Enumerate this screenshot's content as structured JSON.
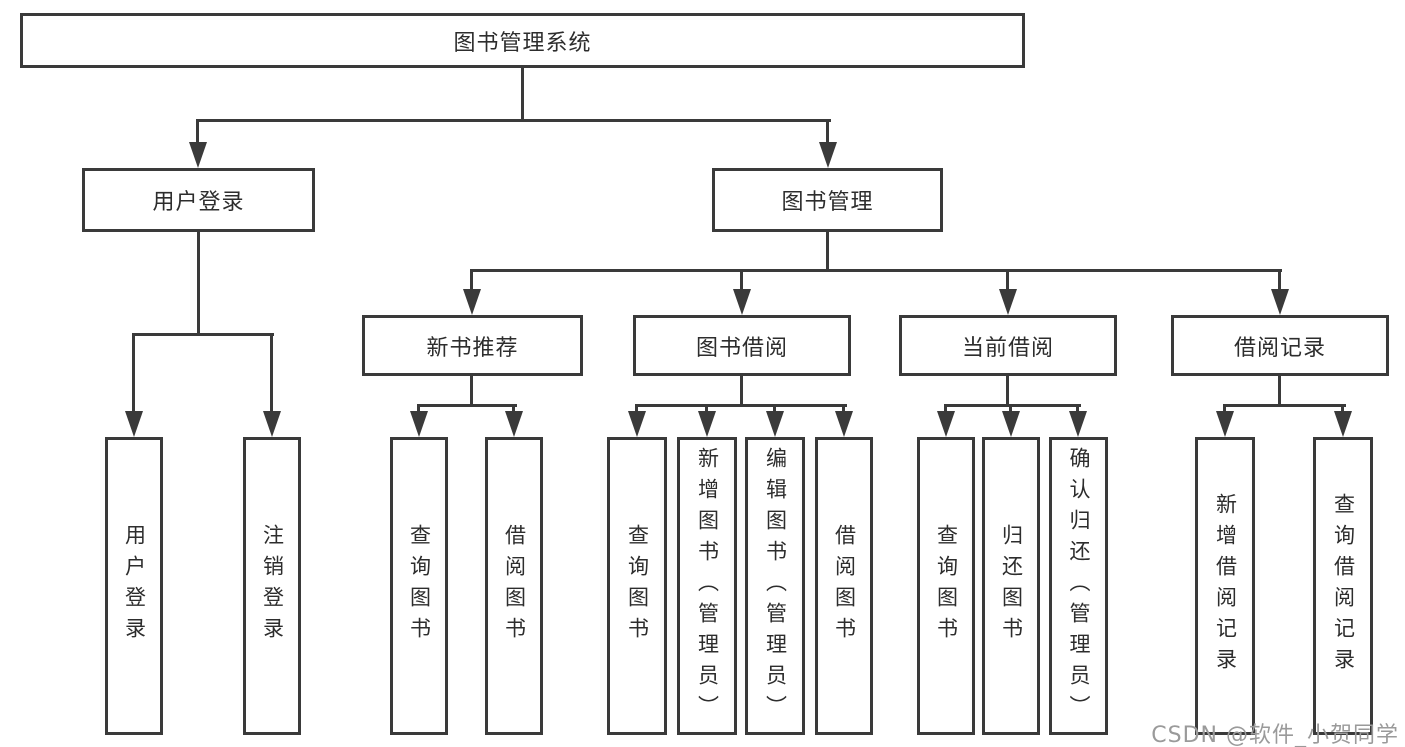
{
  "title": "图书管理系统",
  "level2": [
    "用户登录",
    "图书管理"
  ],
  "level3": [
    "新书推荐",
    "图书借阅",
    "当前借阅",
    "借阅记录"
  ],
  "leaves": {
    "user_login": [
      "用户登录",
      "注销登录"
    ],
    "new_book": [
      "查询图书",
      "借阅图书"
    ],
    "book_borrow": [
      "查询图书",
      "新增图书（管理员）",
      "编辑图书（管理员）",
      "借阅图书"
    ],
    "current_borrow": [
      "查询图书",
      "归还图书",
      "确认归还（管理员）"
    ],
    "borrow_record": [
      "新增借阅记录",
      "查询借阅记录"
    ]
  },
  "watermark": "CSDN @软件_小贺同学",
  "colors": {
    "line": "#3a3a3a",
    "text": "#2d2d2d",
    "watermark": "#9a9a9a",
    "bg": "#ffffff"
  }
}
